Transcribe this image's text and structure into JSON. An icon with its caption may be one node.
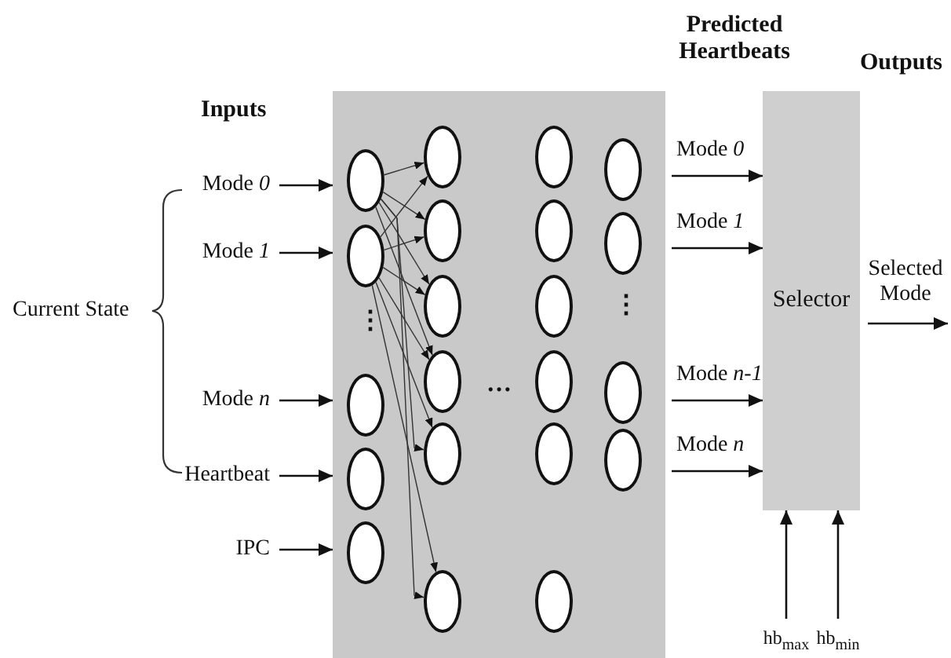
{
  "diagram": {
    "nodes": [
      {
        "text": [
          "Mode *0*"
        ]
      },
      {
        "text": [
          "Mode *1*"
        ]
      },
      {
        "text": [
          "Mode *n*"
        ]
      },
      {
        "text": [
          "Heartbeat"
        ]
      },
      {
        "text": [
          "IPC"
        ]
      },
      {
        "text": [],
        "shape": "box"
      },
      {
        "text": [],
        "shape": "circle",
        "in": 5
      },
      {
        "text": [],
        "shape": "circle",
        "in": 5
      },
      {
        "text": [],
        "shape": "circle",
        "in": 5
      },
      {
        "text": [],
        "shape": "circle",
        "in": 5
      },
      {
        "text": [],
        "shape": "circle",
        "in": 5
      },
      {
        "text": [],
        "shape": "circle",
        "in": 5
      },
      {
        "text": [],
        "shape": "circle",
        "in": 5
      },
      {
        "text": [],
        "shape": "circle",
        "in": 5
      },
      {
        "text": [],
        "shape": "circle",
        "in": 5
      },
      {
        "text": [],
        "shape": "circle",
        "in": 5
      },
      {
        "text": [],
        "shape": "circle",
        "in": 5
      },
      {
        "text": [],
        "shape": "circle",
        "in": 5
      },
      {
        "text": [],
        "shape": "circle",
        "in": 5
      },
      {
        "text": [],
        "shape": "circle",
        "in": 5
      },
      {
        "text": [],
        "shape": "circle",
        "in": 5
      },
      {
        "text": [],
        "shape": "circle",
        "in": 5
      },
      {
        "text": [],
        "shape": "circle",
        "in": 5
      },
      {
        "text": [],
        "shape": "circle",
        "in": 5
      },
      {
        "text": [],
        "shape": "circle",
        "in": 5
      },
      {
        "text": [],
        "shape": "circle",
        "in": 5
      },
      {
        "text": [],
        "shape": "circle",
        "in": 5
      },
      {
        "text": [
          "Selector"
        ]
      },
      {
        "text": [
          "hb$_{max}$"
        ]
      },
      {
        "text": [
          "hb$_{min}$"
        ]
      }
    ],
    "edges": [
      {
        "from": 0,
        "to": 5,
        "arrow": "to"
      },
      {
        "from": 1,
        "to": 5,
        "arrow": "to"
      },
      {
        "from": 2,
        "to": 5,
        "arrow": "to"
      },
      {
        "from": 3,
        "to": 5,
        "arrow": "to"
      },
      {
        "from": 4,
        "to": 5,
        "arrow": "to"
      },
      {
        "from": 6,
        "to": 11,
        "arrow": "to"
      },
      {
        "from": 6,
        "to": 12,
        "arrow": "to"
      },
      {
        "from": 6,
        "to": 13,
        "arrow": "to"
      },
      {
        "from": 6,
        "to": 14,
        "arrow": "to"
      },
      {
        "from": 6,
        "to": 15,
        "arrow": "to"
      },
      {
        "from": 6,
        "to": 16,
        "arrow": "to"
      },
      {
        "from": 7,
        "to": 11,
        "arrow": "to"
      },
      {
        "from": 7,
        "to": 12,
        "arrow": "to"
      },
      {
        "from": 7,
        "to": 13,
        "arrow": "to"
      },
      {
        "from": 7,
        "to": 14,
        "arrow": "to"
      },
      {
        "from": 7,
        "to": 15,
        "arrow": "to"
      },
      {
        "from": 7,
        "to": 16,
        "arrow": "to"
      },
      {
        "from": 5,
        "to": 27,
        "arrow": "to",
        "label": "Mode *0*"
      },
      {
        "from": 5,
        "to": 27,
        "arrow": "to",
        "label": "Mode *1*"
      },
      {
        "from": 5,
        "to": 27,
        "arrow": "to",
        "label": "Mode *n-1*"
      },
      {
        "from": 5,
        "to": 27,
        "arrow": "to",
        "label": "Mode *n*"
      },
      {
        "from": 27,
        "to": null,
        "arrow": "to",
        "label": "Selected Mode"
      },
      {
        "from": 28,
        "to": 27,
        "arrow": "to"
      },
      {
        "from": 29,
        "to": 27,
        "arrow": "to"
      }
    ],
    "labels": [
      "Inputs",
      "Predicted Heartbeats",
      "Outputs",
      "Current State",
      "⋮",
      "⋮",
      "…"
    ]
  }
}
